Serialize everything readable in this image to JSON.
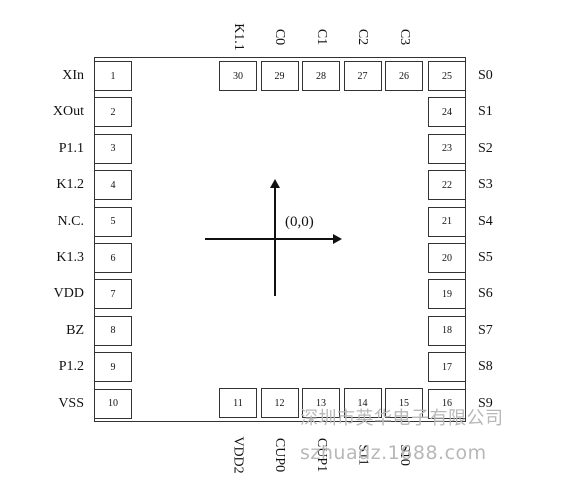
{
  "left_pins": [
    {
      "num": "1",
      "label": "XIn"
    },
    {
      "num": "2",
      "label": "XOut"
    },
    {
      "num": "3",
      "label": "P1.1"
    },
    {
      "num": "4",
      "label": "K1.2"
    },
    {
      "num": "5",
      "label": "N.C."
    },
    {
      "num": "6",
      "label": "K1.3"
    },
    {
      "num": "7",
      "label": "VDD"
    },
    {
      "num": "8",
      "label": "BZ"
    },
    {
      "num": "9",
      "label": "P1.2"
    },
    {
      "num": "10",
      "label": "VSS"
    }
  ],
  "right_pins": [
    {
      "num": "25",
      "label": "S0"
    },
    {
      "num": "24",
      "label": "S1"
    },
    {
      "num": "23",
      "label": "S2"
    },
    {
      "num": "22",
      "label": "S3"
    },
    {
      "num": "21",
      "label": "S4"
    },
    {
      "num": "20",
      "label": "S5"
    },
    {
      "num": "19",
      "label": "S6"
    },
    {
      "num": "18",
      "label": "S7"
    },
    {
      "num": "17",
      "label": "S8"
    },
    {
      "num": "16",
      "label": "S9"
    }
  ],
  "top_pins": [
    {
      "num": "30",
      "label": "K1.1"
    },
    {
      "num": "29",
      "label": "C0"
    },
    {
      "num": "28",
      "label": "C1"
    },
    {
      "num": "27",
      "label": "C2"
    },
    {
      "num": "26",
      "label": "C3"
    }
  ],
  "bottom_pins": [
    {
      "num": "11",
      "label": "VDD2"
    },
    {
      "num": "12",
      "label": "CUP0"
    },
    {
      "num": "13",
      "label": "CUP1"
    },
    {
      "num": "14",
      "label": "S11"
    },
    {
      "num": "15",
      "label": "S10"
    }
  ],
  "origin_label": "(0,0)",
  "watermark": {
    "line1": "深圳市英华电子有限公司",
    "line2": "szhuadz.1688.com"
  }
}
